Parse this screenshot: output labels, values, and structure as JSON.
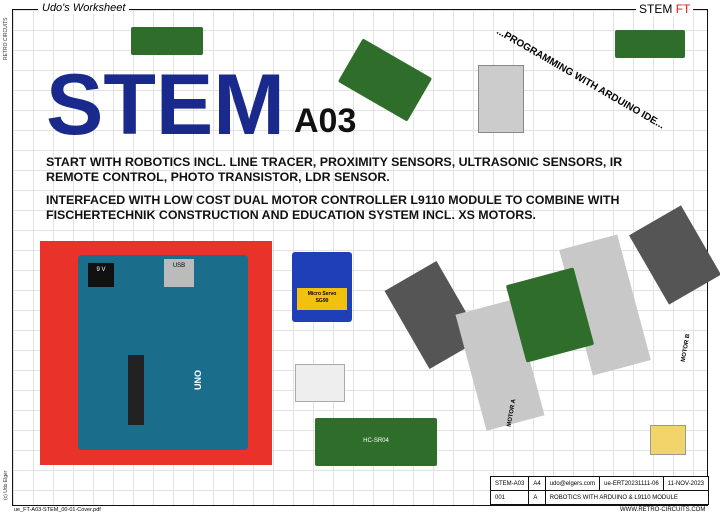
{
  "header": {
    "worksheet_title": "Udo's Worksheet",
    "brand_stem": "STEM",
    "brand_ft": "FT",
    "side_top": "RETRO CIRCUITS",
    "side_bottom": "(c) Udo Elger"
  },
  "hero": {
    "title": "STEM",
    "code": "A03",
    "tagline": "...PROGRAMMING WITH ARDUINO IDE..."
  },
  "paragraphs": [
    "START WITH ROBOTICS INCL. LINE TRACER, PROXIMITY SENSORS, ULTRASONIC SENSORS, IR REMOTE CONTROL, PHOTO TRANSISTOR, LDR SENSOR.",
    "INTERFACED WITH LOW COST DUAL MOTOR CONTROLLER L9110 MODULE TO COMBINE WITH FISCHERTECHNIK CONSTRUCTION AND EDUCATION SYSTEM INCL. XS MOTORS."
  ],
  "labels": {
    "servo": "Micro Servo",
    "servo_model": "SG90",
    "sonar": "HC-SR04",
    "motor_a": "MOTOR A",
    "motor_b": "MOTOR B",
    "arduino": "UNO",
    "usb": "USB",
    "power": "9 V"
  },
  "title_block": {
    "doc": "STEM-A03",
    "size": "A4",
    "email": "udo@elgers.com",
    "ref": "ue-ERT20231111-06",
    "date": "11-NOV-2023",
    "sheet": "001",
    "rev": "A",
    "description": "ROBOTICS WITH ARDUINO & L9110 MODULE"
  },
  "footer": {
    "url": "WWW.RETRO-CIRCUITS.COM",
    "file": "ue_FT-A03-STEM_00-01-Cover.pdf"
  },
  "colors": {
    "title": "#1a2a8c",
    "red": "#e8322a",
    "pcb": "#2e6e2a",
    "arduino": "#1a6e8c"
  }
}
